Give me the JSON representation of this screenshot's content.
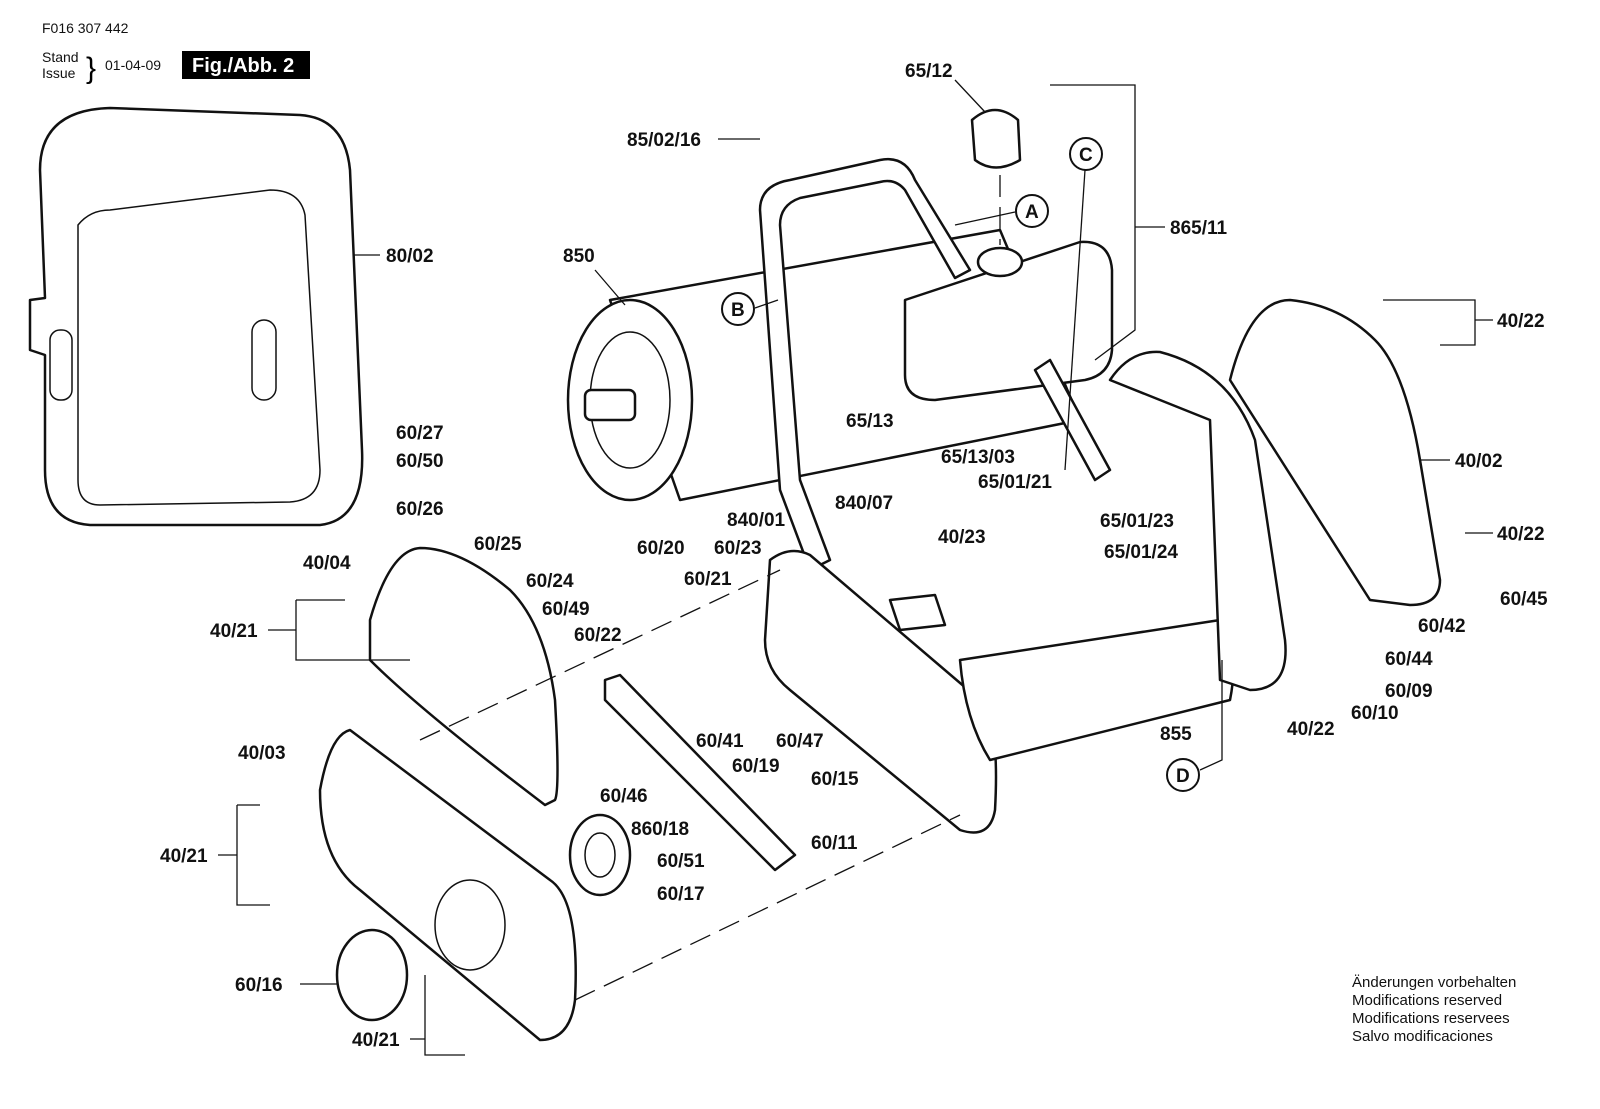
{
  "header": {
    "part_number": "F016 307 442",
    "stand_label": "Stand",
    "issue_label": "Issue",
    "date": "01-04-09",
    "figure": "Fig./Abb. 2"
  },
  "labels": [
    "65/12",
    "85/02/16",
    "C",
    "A",
    "865/11",
    "80/02",
    "850",
    "B",
    "40/22",
    "65/13",
    "60/27",
    "65/13/03",
    "40/02",
    "60/50",
    "65/01/21",
    "840/07",
    "60/26",
    "65/01/23",
    "840/01",
    "40/22",
    "40/23",
    "60/25",
    "60/20",
    "60/23",
    "65/01/24",
    "40/04",
    "60/21",
    "60/24",
    "60/45",
    "60/49",
    "40/21",
    "60/42",
    "60/22",
    "60/44",
    "60/09",
    "60/10",
    "40/22",
    "855",
    "60/41",
    "60/47",
    "40/03",
    "60/19",
    "D",
    "60/15",
    "60/46",
    "860/18",
    "60/11",
    "40/21",
    "60/51",
    "60/17",
    "60/16",
    "40/21"
  ],
  "footer": [
    "Änderungen vorbehalten",
    "Modifications reserved",
    "Modifications reservees",
    "Salvo modificaciones"
  ]
}
